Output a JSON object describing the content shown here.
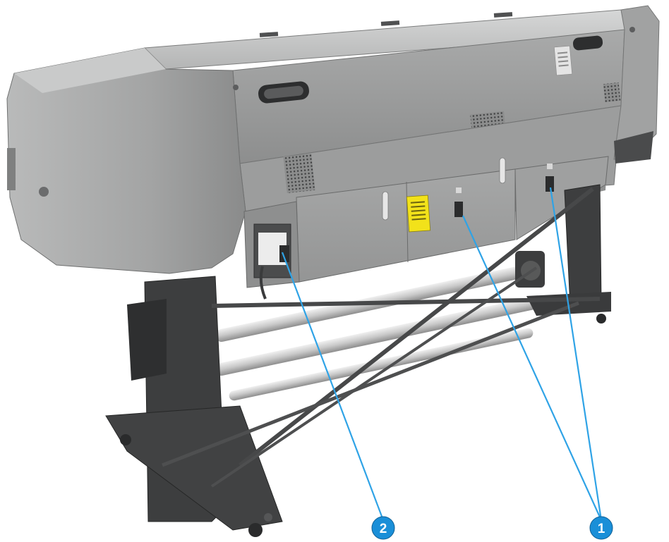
{
  "figure": {
    "subject": "printer-rear-view"
  },
  "callouts": [
    {
      "label": "1"
    },
    {
      "label": "2"
    }
  ],
  "colors": {
    "callout_fill": "#1a8fd8",
    "callout_text": "#ffffff",
    "leader_line": "#2fa3e6",
    "body_light": "#bfc0c0",
    "body_mid": "#9a9b9b",
    "body_dark": "#5e5f60",
    "stand": "#3a3a3b",
    "warning_label": "#f2e21a"
  }
}
